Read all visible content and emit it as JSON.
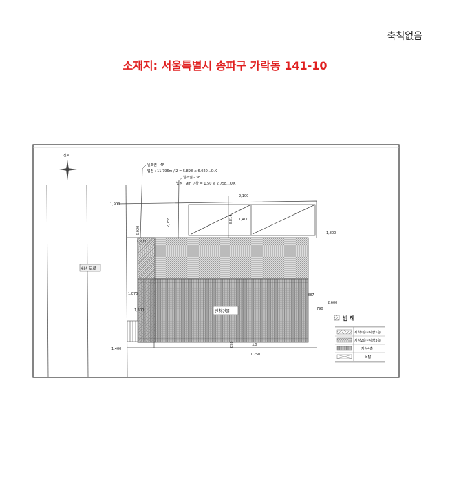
{
  "header": {
    "scale_note": "축척없음",
    "location_title": "소재지: 서울특별시 송파구 가락동 141-10"
  },
  "plan": {
    "north_label": "진북",
    "road_label": "6M 도로",
    "building_label": "신청건물",
    "sunlight_4f_title": "일조권 - 4F",
    "sunlight_4f_calc": "법정 : 11.796m / 2 = 5.898 ≤ 6.020...O.K",
    "sunlight_3f_title": "일조권 - 3F",
    "sunlight_3f_calc": "법정 : 9m 이하 = 1.50 ≤ 2.758...O.K",
    "levels": {
      "l1900": "1,900",
      "l2100": "2,100",
      "l1400_top": "1,400",
      "l1800": "1,800",
      "l1200": "1,200",
      "l1075": "1,075",
      "l1500": "1,500",
      "l887": "887",
      "l2600": "2,600",
      "l790": "790",
      "l0": "±0",
      "l1250": "1,250",
      "l1400_bottom": "1,400"
    },
    "dims": {
      "d6020": "6.020",
      "d2758": "2,758",
      "d3814": "3,814",
      "d898": "898"
    }
  },
  "legend": {
    "title": "범 례",
    "items": [
      {
        "label": "지하1층~지상1층",
        "pattern": "diagonal-hatch"
      },
      {
        "label": "지상2층~지상3층",
        "pattern": "cross-hatch"
      },
      {
        "label": "지상4층",
        "pattern": "vertical-hatch"
      },
      {
        "label": "옥탑",
        "pattern": "x-box"
      }
    ]
  },
  "colors": {
    "title": "#e02020",
    "hatch": "#888888"
  }
}
